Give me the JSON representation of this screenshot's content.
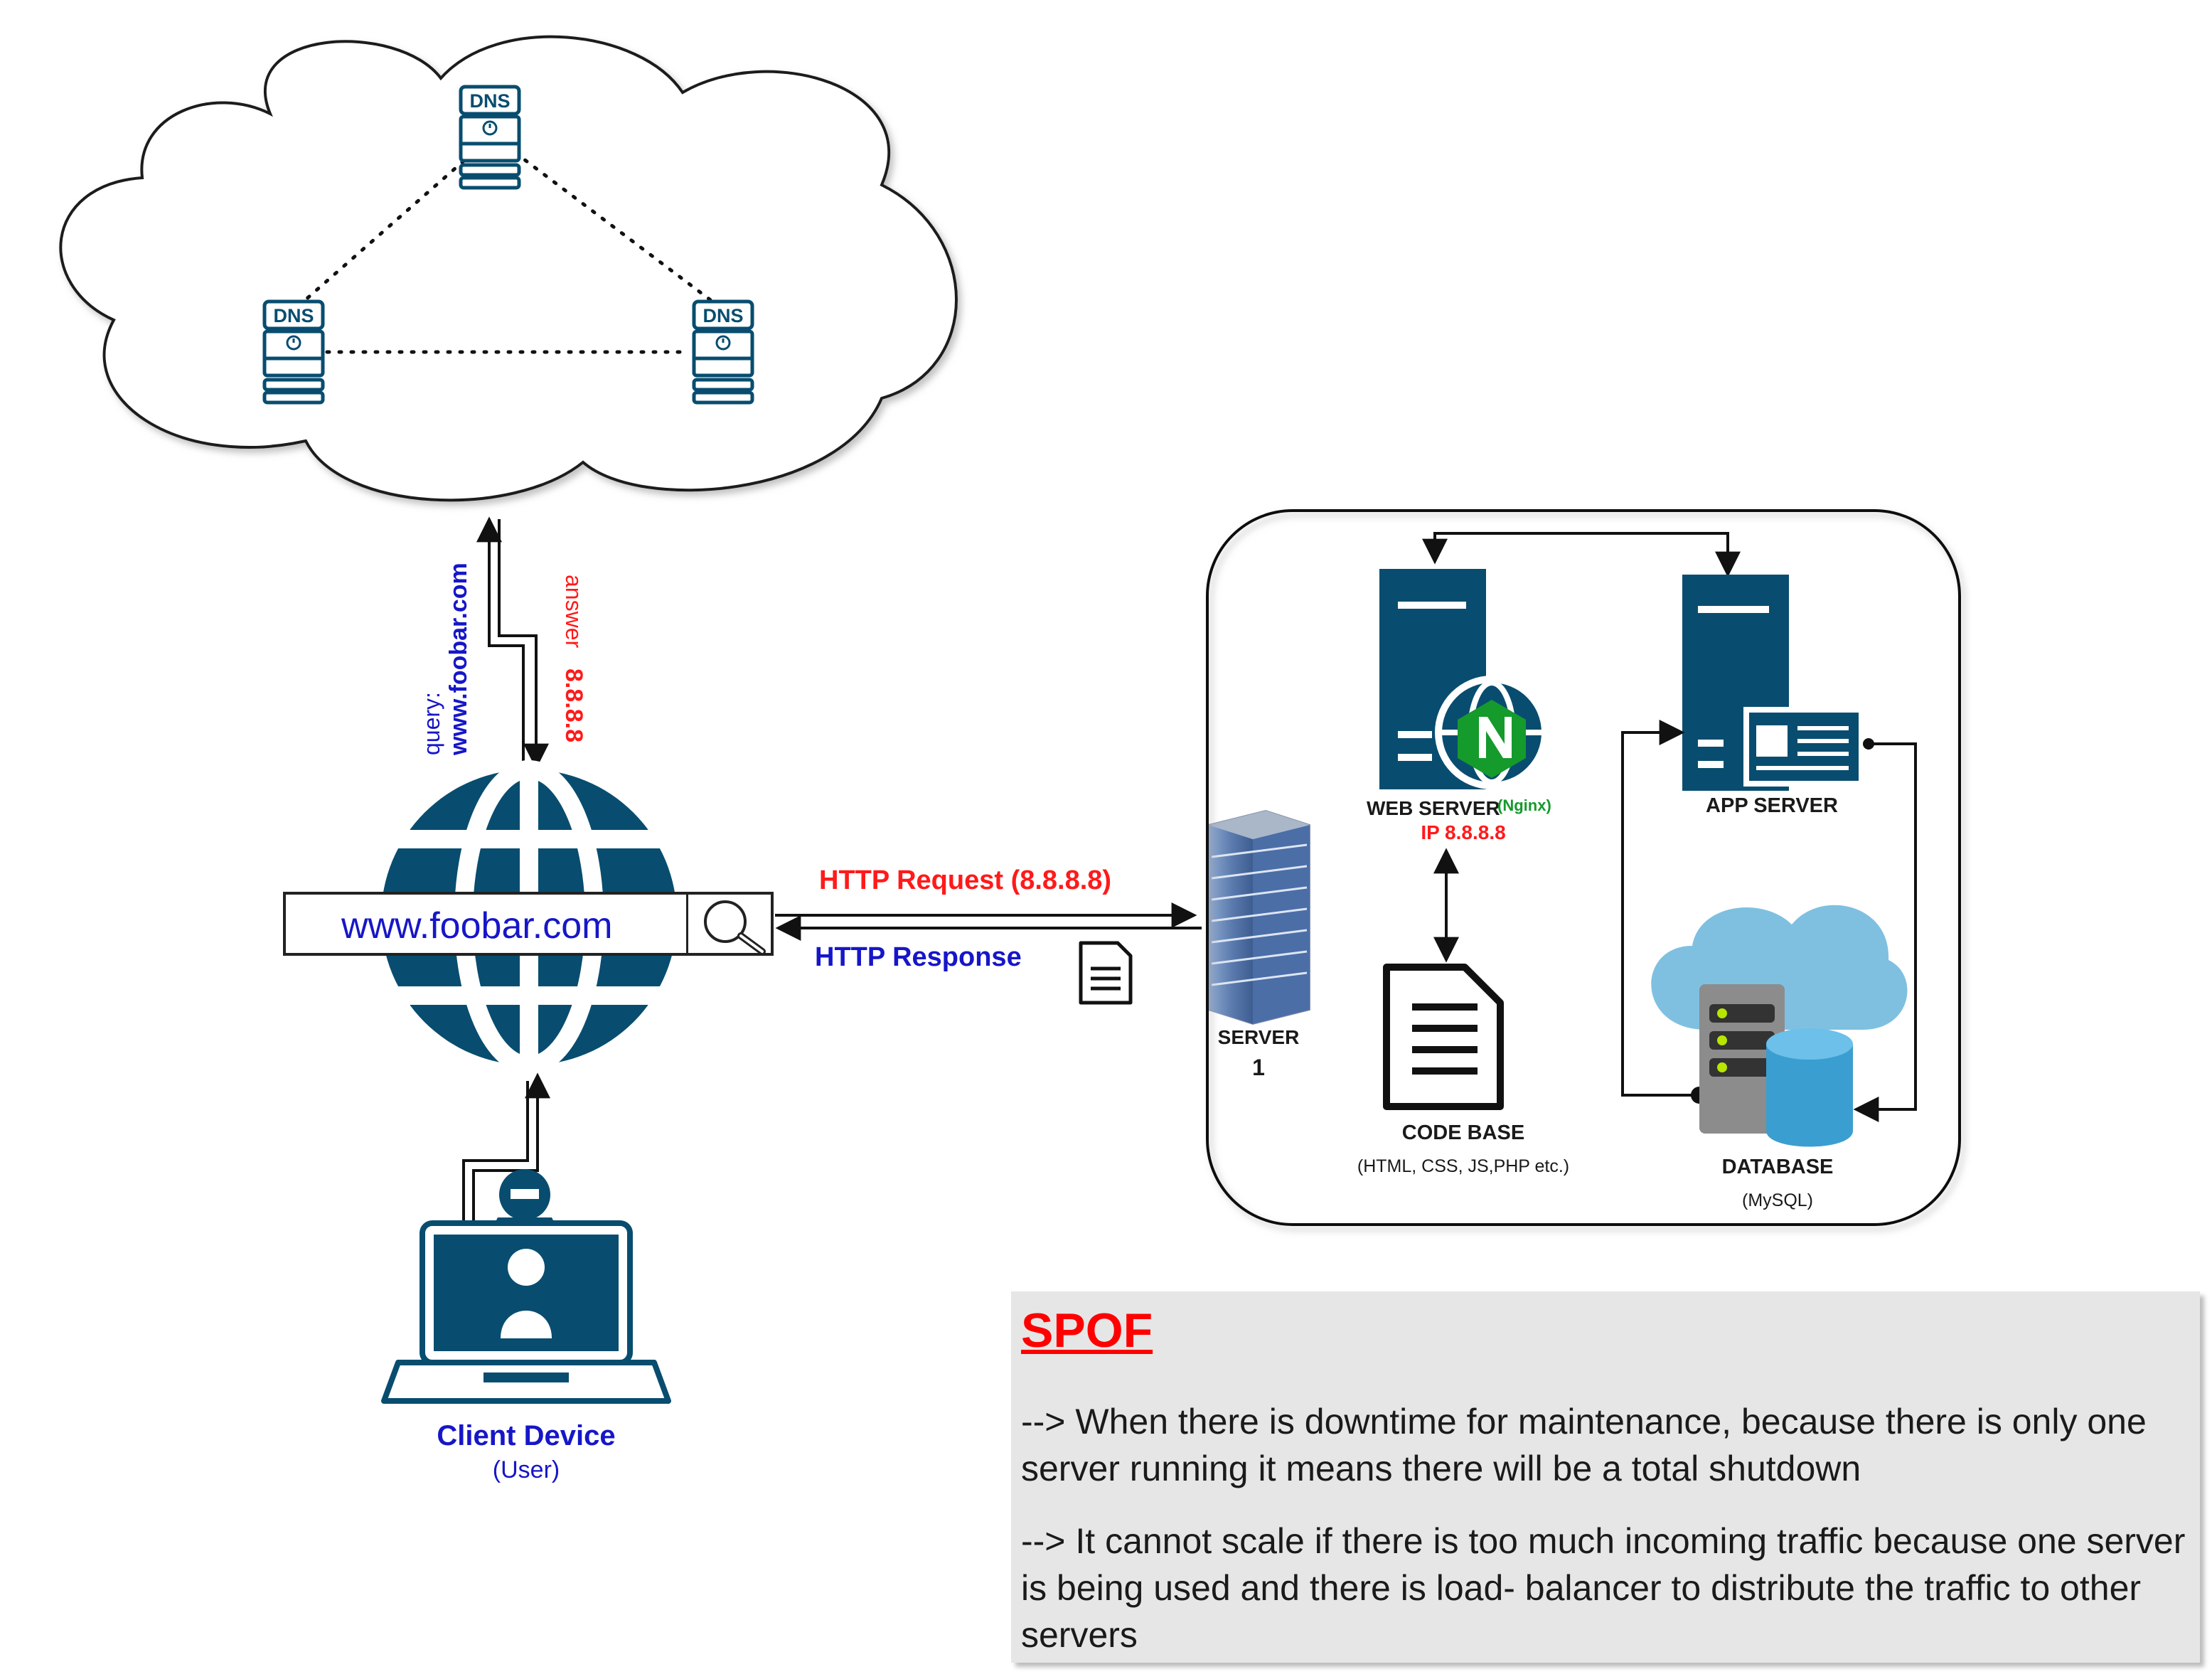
{
  "dns_cloud": {
    "servers": [
      {
        "label": "DNS"
      },
      {
        "label": "DNS"
      },
      {
        "label": "DNS"
      }
    ]
  },
  "dns_query": {
    "query_prefix": "query:",
    "query_domain": "www.foobar.com",
    "answer_prefix": "answer",
    "answer_ip": "8.8.8.8"
  },
  "browser": {
    "url": "www.foobar.com"
  },
  "http": {
    "request_label": "HTTP Request (8.8.8.8)",
    "response_label": "HTTP Response"
  },
  "server": {
    "label_line1": "SERVER",
    "label_line2": "1"
  },
  "web_server": {
    "label": "WEB SERVER",
    "tag": "(Nginx)",
    "ip": "IP 8.8.8.8"
  },
  "app_server": {
    "label": "APP SERVER"
  },
  "code_base": {
    "label": "CODE BASE",
    "sublabel": "(HTML, CSS, JS,PHP etc.)"
  },
  "database": {
    "label": "DATABASE",
    "sublabel": "(MySQL)"
  },
  "client": {
    "label": "Client Device",
    "sublabel": "(User)"
  },
  "spof": {
    "title": "SPOF",
    "points": [
      "--> When there is downtime for maintenance, because there is only one server running it means there will be a total shutdown",
      "--> It cannot scale if there is too much incoming traffic because one server is being used and there is load- balancer to distribute the traffic to other servers"
    ]
  },
  "colors": {
    "primary_blue": "#084d6f",
    "label_red": "#ff1a1a",
    "label_blue": "#1616c8",
    "nginx_green": "#159a2c",
    "cloud_db": "#7fc0e0"
  }
}
